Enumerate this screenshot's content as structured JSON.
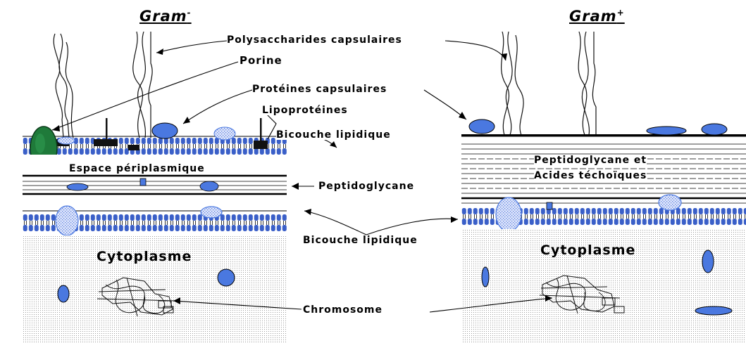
{
  "titles": {
    "gram_neg": "Gram",
    "gram_neg_sup": "-",
    "gram_pos": "Gram",
    "gram_pos_sup": "+"
  },
  "labels": {
    "polysaccharides": "Polysaccharides capsulaires",
    "porine": "Porine",
    "proteines": "Protéines capsulaires",
    "lipoproteines": "Lipoprotéines",
    "bicouche_top": "Bicouche lipidique",
    "espace": "Espace périplasmique",
    "peptidoglycane": "Peptidoglycane",
    "peptido_teichoic_1": "Peptidoglycane et",
    "peptido_teichoic_2": "Acides téchoïques",
    "bicouche_bottom": "Bicouche lipidique",
    "cytoplasme_left": "Cytoplasme",
    "cytoplasme_right": "Cytoplasme",
    "chromosome": "Chromosome"
  },
  "colors": {
    "protein_blue": "#4a78e0",
    "porine_green": "#1f7a3a",
    "membrane_blue": "#3a5fc8",
    "lipoprotein": "#111111"
  }
}
